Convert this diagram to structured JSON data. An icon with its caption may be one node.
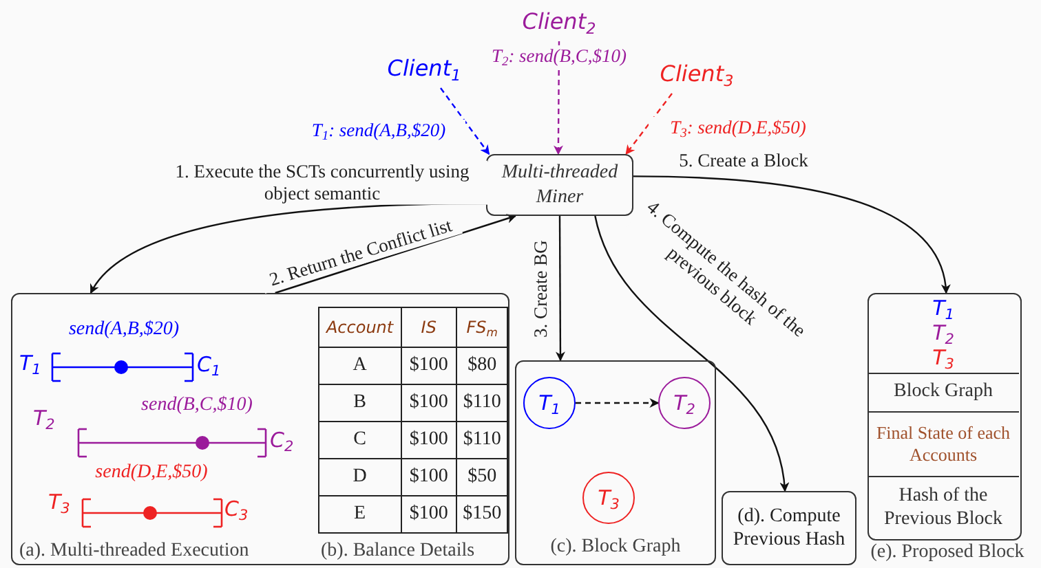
{
  "diagram": {
    "nodes": [
      {
        "text": [
          "Client$_{1}$"
        ]
      },
      {
        "text": [
          "Client$_{2}$"
        ]
      },
      {
        "text": [
          "Client$_{3}$"
        ]
      },
      {
        "text": [
          "Multi-threaded Miner"
        ]
      },
      {
        "text": [
          "(a). Multi-threaded Execution",
          "(b). Balance Details"
        ]
      },
      {
        "text": [
          "(c). Block Graph"
        ]
      },
      {
        "text": [
          "T$_{1}$"
        ],
        "in": 5
      },
      {
        "text": [
          "T$_{2}$"
        ],
        "in": 5
      },
      {
        "text": [
          "T$_{3}$"
        ],
        "in": 5
      },
      {
        "text": [
          "(d). Compute Previous Hash"
        ]
      },
      {
        "text": [
          "(e). Proposed Block"
        ]
      },
      {
        "text": [
          "T$_{1}$",
          "T$_{2}$",
          "T$_{3}$"
        ],
        "in": 10
      },
      {
        "text": [
          "Block Graph"
        ],
        "in": 10
      },
      {
        "text": [
          "Final State of each Accounts"
        ],
        "in": 10
      },
      {
        "text": [
          "Hash of the Previous Block"
        ],
        "in": 10
      }
    ],
    "edges": [
      {
        "from": 0,
        "to": 3,
        "arrow": "to",
        "label": "T$_{1}$: send(A,B,$20)",
        "style": "dashed",
        "color": "#0000ff"
      },
      {
        "from": 1,
        "to": 3,
        "arrow": "to",
        "label": "T$_{2}$: send(B,C,$10)",
        "style": "dashed",
        "color": "#9b1b9b"
      },
      {
        "from": 2,
        "to": 3,
        "arrow": "to",
        "label": "T$_{3}$: send(D,E,$50)",
        "style": "dashed",
        "color": "#ee2222"
      },
      {
        "from": 3,
        "to": 4,
        "arrow": "to",
        "label": "1. Execute the SCTs concurrently using object semantic"
      },
      {
        "from": 4,
        "to": 3,
        "arrow": "to",
        "label": "2. Return the Conflict list"
      },
      {
        "from": 3,
        "to": 5,
        "arrow": "to",
        "label": "3. Create BG"
      },
      {
        "from": 3,
        "to": 9,
        "arrow": "to",
        "label": "4. Compute the hash of the previous block"
      },
      {
        "from": 3,
        "to": 10,
        "arrow": "to",
        "label": "5. Create a Block"
      },
      {
        "from": 6,
        "to": 7,
        "arrow": "to",
        "style": "dashed"
      }
    ],
    "labels": [
      "T$_{1}$",
      "send(A,B,$20)",
      "C$_{1}$",
      "T$_{2}$",
      "send(B,C,$10)",
      "C$_{2}$",
      "T$_{3}$",
      "send(D,E,$50)",
      "C$_{3}$",
      "Account",
      "IS",
      "FS$_{m}$",
      "A",
      "$100",
      "$80",
      "B",
      "$100",
      "$110",
      "C",
      "$100",
      "$110",
      "D",
      "$100",
      "$50",
      "E",
      "$100",
      "$150"
    ]
  }
}
